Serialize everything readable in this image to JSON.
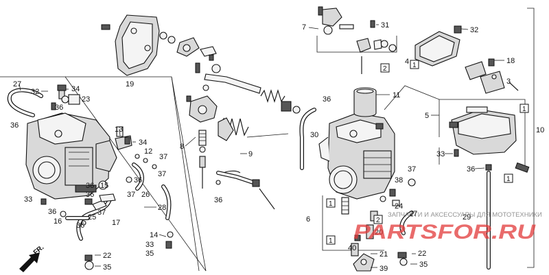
{
  "diagram": {
    "callouts": {
      "c1": "1",
      "c2": "2",
      "c3": "3",
      "c4": "4",
      "c5": "5",
      "c6": "6",
      "c7": "7",
      "c8": "8",
      "c9": "9",
      "c10": "10",
      "c11": "11",
      "c12": "12",
      "c13": "13",
      "c14": "14",
      "c15": "15",
      "c16": "16",
      "c17": "17",
      "c18": "18",
      "c19": "19",
      "c20": "20",
      "c21": "21",
      "c22": "22",
      "c23": "23",
      "c24": "24",
      "c25": "25",
      "c26": "26",
      "c27": "27",
      "c28": "28",
      "c29": "29",
      "c30": "30",
      "c31": "31",
      "c32": "32",
      "c33": "33",
      "c34": "34",
      "c35": "35",
      "c36": "36",
      "c37": "37",
      "c38": "38",
      "c39": "39",
      "c40": "40"
    },
    "box_labels": {
      "one": "1",
      "two": "2"
    },
    "watermark": {
      "tagline": "ЗАПЧАСТИ И АКСЕССУАРЫ ДЛЯ МОТОТЕХНИКИ",
      "brand": "PARTSFOR.RU"
    },
    "direction_label": "FR."
  }
}
